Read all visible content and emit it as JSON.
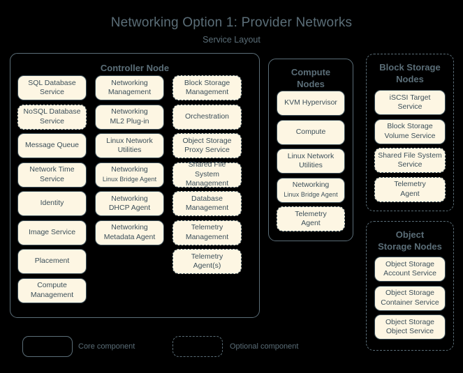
{
  "diagram": {
    "title": "Networking Option 1: Provider Networks",
    "subtitle": "Service Layout",
    "colors": {
      "background": "#000000",
      "box_fill": "#fdf6e3",
      "box_stroke": "#3c4f59",
      "group_stroke": "#5b6e78",
      "text": "#5b6e78"
    }
  },
  "groups": {
    "controller": {
      "title_line1": "Controller Node",
      "border": "solid",
      "columns": [
        {
          "services": [
            {
              "line1": "SQL Database",
              "line2": "Service",
              "border": "solid"
            },
            {
              "line1": "NoSQL Database",
              "line2": "Service",
              "border": "dashed"
            },
            {
              "line1": "Message Queue",
              "line2": "",
              "border": "solid"
            },
            {
              "line1": "Network Time",
              "line2": "Service",
              "border": "solid"
            },
            {
              "line1": "Identity",
              "line2": "",
              "border": "solid"
            },
            {
              "line1": "Image Service",
              "line2": "",
              "border": "solid"
            },
            {
              "line1": "Placement",
              "line2": "",
              "border": "solid"
            },
            {
              "line1": "Compute",
              "line2": "Management",
              "border": "solid"
            }
          ]
        },
        {
          "services": [
            {
              "line1": "Networking",
              "line2": "Management",
              "border": "solid"
            },
            {
              "line1": "Networking",
              "line2": "ML2 Plug-in",
              "border": "solid"
            },
            {
              "line1": "Linux Network",
              "line2": "Utilities",
              "border": "solid"
            },
            {
              "line1": "Networking",
              "line2": "Linux Bridge Agent",
              "border": "solid",
              "line2_small": true
            },
            {
              "line1": "Networking",
              "line2": "DHCP Agent",
              "border": "solid"
            },
            {
              "line1": "Networking",
              "line2": "Metadata Agent",
              "border": "solid"
            }
          ]
        },
        {
          "services": [
            {
              "line1": "Block Storage",
              "line2": "Management",
              "border": "dashed"
            },
            {
              "line1": "Orchestration",
              "line2": "",
              "border": "dashed"
            },
            {
              "line1": "Object Storage",
              "line2": "Proxy Service",
              "border": "dashed"
            },
            {
              "line1": "Shared File System",
              "line2": "Management",
              "border": "dashed"
            },
            {
              "line1": "Database",
              "line2": "Management",
              "border": "dashed"
            },
            {
              "line1": "Telemetry",
              "line2": "Management",
              "border": "dashed"
            },
            {
              "line1": "Telemetry",
              "line2": "Agent(s)",
              "border": "dashed"
            }
          ]
        }
      ]
    },
    "compute": {
      "title_line1": "Compute",
      "title_line2": "Nodes",
      "border": "solid",
      "services": [
        {
          "line1": "KVM Hypervisor",
          "line2": "",
          "border": "solid"
        },
        {
          "line1": "Compute",
          "line2": "",
          "border": "solid"
        },
        {
          "line1": "Linux Network",
          "line2": "Utilities",
          "border": "solid"
        },
        {
          "line1": "Networking",
          "line2": "Linux Bridge Agent",
          "border": "solid",
          "line2_small": true
        },
        {
          "line1": "Telemetry",
          "line2": "Agent",
          "border": "dashed"
        }
      ]
    },
    "block_storage": {
      "title_line1": "Block Storage",
      "title_line2": "Nodes",
      "border": "dashed",
      "services": [
        {
          "line1": "iSCSI Target",
          "line2": "Service",
          "border": "solid"
        },
        {
          "line1": "Block Storage",
          "line2": "Volume Service",
          "border": "solid"
        },
        {
          "line1": "Shared File System",
          "line2": "Service",
          "border": "dashed"
        },
        {
          "line1": "Telemetry",
          "line2": "Agent",
          "border": "dashed"
        }
      ]
    },
    "object_storage": {
      "title_line1": "Object",
      "title_line2": "Storage Nodes",
      "border": "dashed",
      "services": [
        {
          "line1": "Object Storage",
          "line2": "Account Service",
          "border": "solid"
        },
        {
          "line1": "Object Storage",
          "line2": "Container Service",
          "border": "solid"
        },
        {
          "line1": "Object Storage",
          "line2": "Object Service",
          "border": "solid"
        }
      ]
    }
  },
  "legend": {
    "core_label": "Core component",
    "optional_label": "Optional component"
  }
}
